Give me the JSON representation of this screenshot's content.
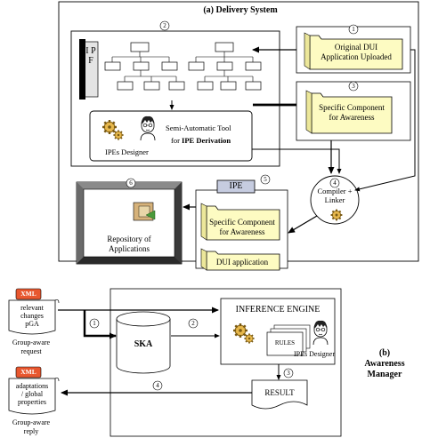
{
  "delivery_system": {
    "title": "(a) Delivery System",
    "step_labels": [
      "1",
      "2",
      "3",
      "4",
      "5",
      "6"
    ],
    "original_dui": [
      "Original DUI",
      "Application Uploaded"
    ],
    "ipf_label": "I P F",
    "tool_line1": "Semi-Automatic Tool",
    "tool_line2_prefix": "for ",
    "tool_line2_bold": "IPE Derivation",
    "ipes_designer": "IPEs Designer",
    "specific_component": [
      "Specific Component",
      "for Awareness"
    ],
    "compiler_linker": [
      "Compiler +",
      "Linker"
    ],
    "ipe_label": "IPE",
    "ipe_specific_component": [
      "Specific Component",
      "for Awareness"
    ],
    "dui_application": "DUI application",
    "repository": [
      "Repository of",
      "Applications"
    ]
  },
  "awareness_manager": {
    "title": [
      "(b)",
      "Awareness",
      "Manager"
    ],
    "step_labels": [
      "1",
      "2",
      "3",
      "4"
    ],
    "ska": "SKA",
    "inference_engine": "INFERENCE ENGINE",
    "rules": "RULES",
    "ipes_designer": "IPEs Designer",
    "result": "RESULT"
  },
  "left_side": {
    "xml_tag_1": "XML",
    "request_body": [
      "relevant",
      "changes",
      "pGA"
    ],
    "request_caption": [
      "Group-aware",
      "request"
    ],
    "xml_tag_2": "XML",
    "reply_body": [
      "adaptations",
      "/ global",
      "properties"
    ],
    "reply_caption": [
      "Group-aware",
      "reply"
    ]
  },
  "colors": {
    "xml_tag": "#e8572f",
    "folder": "#fdfbc2",
    "gear": "#d9a53a",
    "ipf_block": "#e4e4e4",
    "ipe_tab": "#c6cce0"
  }
}
